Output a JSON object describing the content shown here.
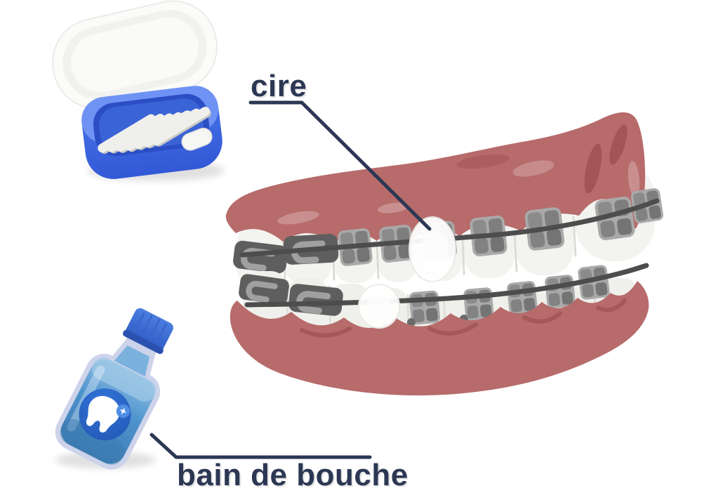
{
  "labels": {
    "wax": "cire",
    "mouthwash": "bain de bouche"
  },
  "colors": {
    "label_text": "#2c3754",
    "callout_line": "#2c3754",
    "gum": "#b76b6b",
    "gum_shadow": "#a35454",
    "gum_highlight": "#c98f8f",
    "tooth_upper": "#f3f3f0",
    "tooth_lower": "#efefeb",
    "bracket_pad": "#a9a9a9",
    "bracket_square": "#7b7b7b",
    "molar_band": "#5e5e5e",
    "band_hook": "#a0a0a0",
    "archwire": "#4d4d4d",
    "wax_blob": "#ffffff",
    "box_blue": "#3f6de4",
    "box_blue_dark": "#2b4ec5",
    "box_blue_light": "#6e93f4",
    "box_lid": "#fbfbfa",
    "wax_strip": "#efefec",
    "bottle_shell": "#ccd3ea",
    "bottle_liquid": "#4e93cd",
    "bottle_cap": "#3b6bd4",
    "bottle_label_circle": "#2a63c8",
    "bottle_label_tooth": "#ffffff"
  },
  "illustration": {
    "scene": "orthodontic-braces-care-diagram",
    "items": [
      {
        "name": "wax-box",
        "depicts": "open blue box of orthodontic wax strips"
      },
      {
        "name": "teeth-with-braces",
        "depicts": "upper and lower teeth with bracket braces, archwires and two wax blobs applied"
      },
      {
        "name": "mouthwash-bottle",
        "depicts": "blue mouthwash bottle with tooth label"
      }
    ]
  }
}
